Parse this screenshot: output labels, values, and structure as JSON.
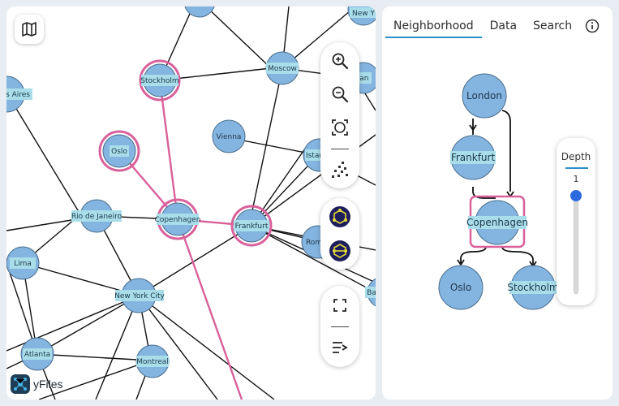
{
  "graph": {
    "nodes": [
      {
        "id": "newyork_top",
        "label": "New Y"
      },
      {
        "id": "moscow",
        "label": "Moscow"
      },
      {
        "id": "stockholm",
        "label": "Stockholm"
      },
      {
        "id": "buenos_aires",
        "label": "s Aires"
      },
      {
        "id": "tehran",
        "label": "ran"
      },
      {
        "id": "vienna",
        "label": "Vienna"
      },
      {
        "id": "oslo",
        "label": "Oslo"
      },
      {
        "id": "istanbul",
        "label": "Istan"
      },
      {
        "id": "rio",
        "label": "Rio de Janeiro"
      },
      {
        "id": "copenhagen",
        "label": "Copenhagen"
      },
      {
        "id": "frankfurt",
        "label": "Frankfurt"
      },
      {
        "id": "rome",
        "label": "Rom"
      },
      {
        "id": "lima",
        "label": "Lima"
      },
      {
        "id": "nyc",
        "label": "New York City"
      },
      {
        "id": "ba_right",
        "label": "Ba"
      },
      {
        "id": "atlanta",
        "label": "Atlanta"
      },
      {
        "id": "montreal",
        "label": "Montreal"
      }
    ],
    "highlighted": [
      "stockholm",
      "oslo",
      "copenhagen",
      "frankfurt"
    ]
  },
  "logo": {
    "text": "yFiles"
  },
  "toolbar": {
    "icons": [
      "zoom-in-icon",
      "zoom-out-icon",
      "fit-content-icon",
      "layout-icon",
      "group-layout-icon",
      "hierarchy-layout-icon",
      "fullscreen-icon",
      "overview-toggle-icon"
    ]
  },
  "side": {
    "tabs": [
      {
        "label": "Neighborhood",
        "active": true
      },
      {
        "label": "Data",
        "active": false
      },
      {
        "label": "Search",
        "active": false
      }
    ],
    "neighborhood_nodes": [
      {
        "id": "london",
        "label": "London"
      },
      {
        "id": "frankfurt",
        "label": "Frankfurt"
      },
      {
        "id": "copenhagen",
        "label": "Copenhagen",
        "selected": true
      },
      {
        "id": "oslo",
        "label": "Oslo"
      },
      {
        "id": "stockholm",
        "label": "Stockholm"
      }
    ],
    "depth": {
      "title": "Depth",
      "value": "1"
    }
  },
  "colors": {
    "node_fill": "#84b4e0",
    "node_stroke": "#4a6e8c",
    "highlight": "#d9609a",
    "label_bg": "#a9dde9",
    "accent": "#2a8ec8"
  }
}
